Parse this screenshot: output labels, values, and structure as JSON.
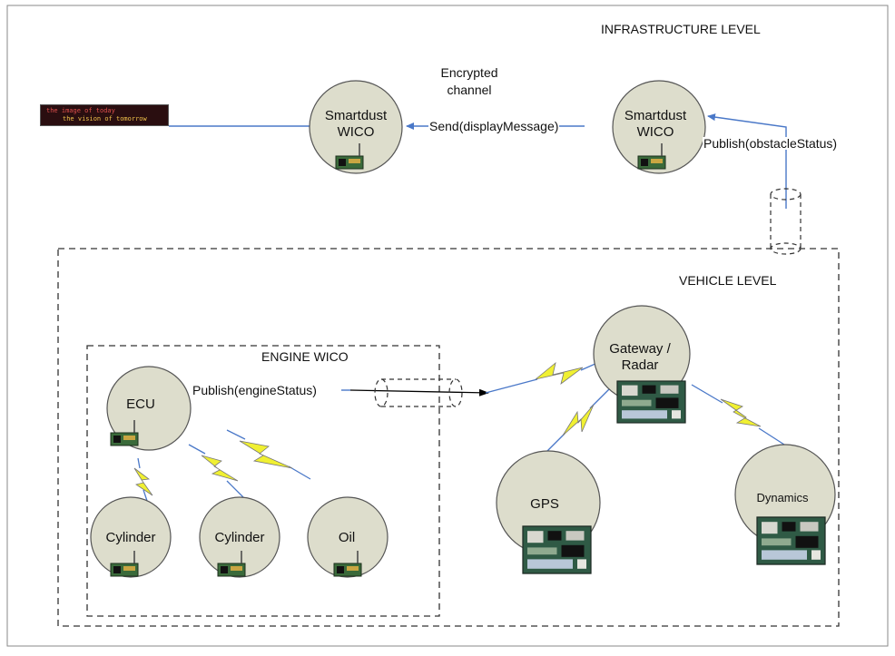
{
  "levels": {
    "infrastructure": "INFRASTRUCTURE LEVEL",
    "vehicle": "VEHICLE LEVEL",
    "engine_wico": "ENGINE WICO"
  },
  "sign": {
    "line1": "the image of today",
    "line2": "the vision of tomorrow"
  },
  "nodes": {
    "smartdust_left": {
      "line1": "Smartdust",
      "line2": "WICO"
    },
    "smartdust_right": {
      "line1": "Smartdust",
      "line2": "WICO"
    },
    "gateway": {
      "line1": "Gateway /",
      "line2": "Radar"
    },
    "gps": "GPS",
    "dynamics": "Dynamics",
    "ecu": "ECU",
    "cylinder1": "Cylinder",
    "cylinder2": "Cylinder",
    "oil": "Oil"
  },
  "edges": {
    "encrypted_line1": "Encrypted",
    "encrypted_line2": "channel",
    "send": "Send(displayMessage)",
    "publish_obstacle": "Publish(obstacleStatus)",
    "publish_engine": "Publish(engineStatus)"
  },
  "colors": {
    "node_fill": "#ddddcc",
    "link_blue": "#4a78c8",
    "lightning_fill": "#f0f032",
    "board_green": "#2f5a45"
  }
}
